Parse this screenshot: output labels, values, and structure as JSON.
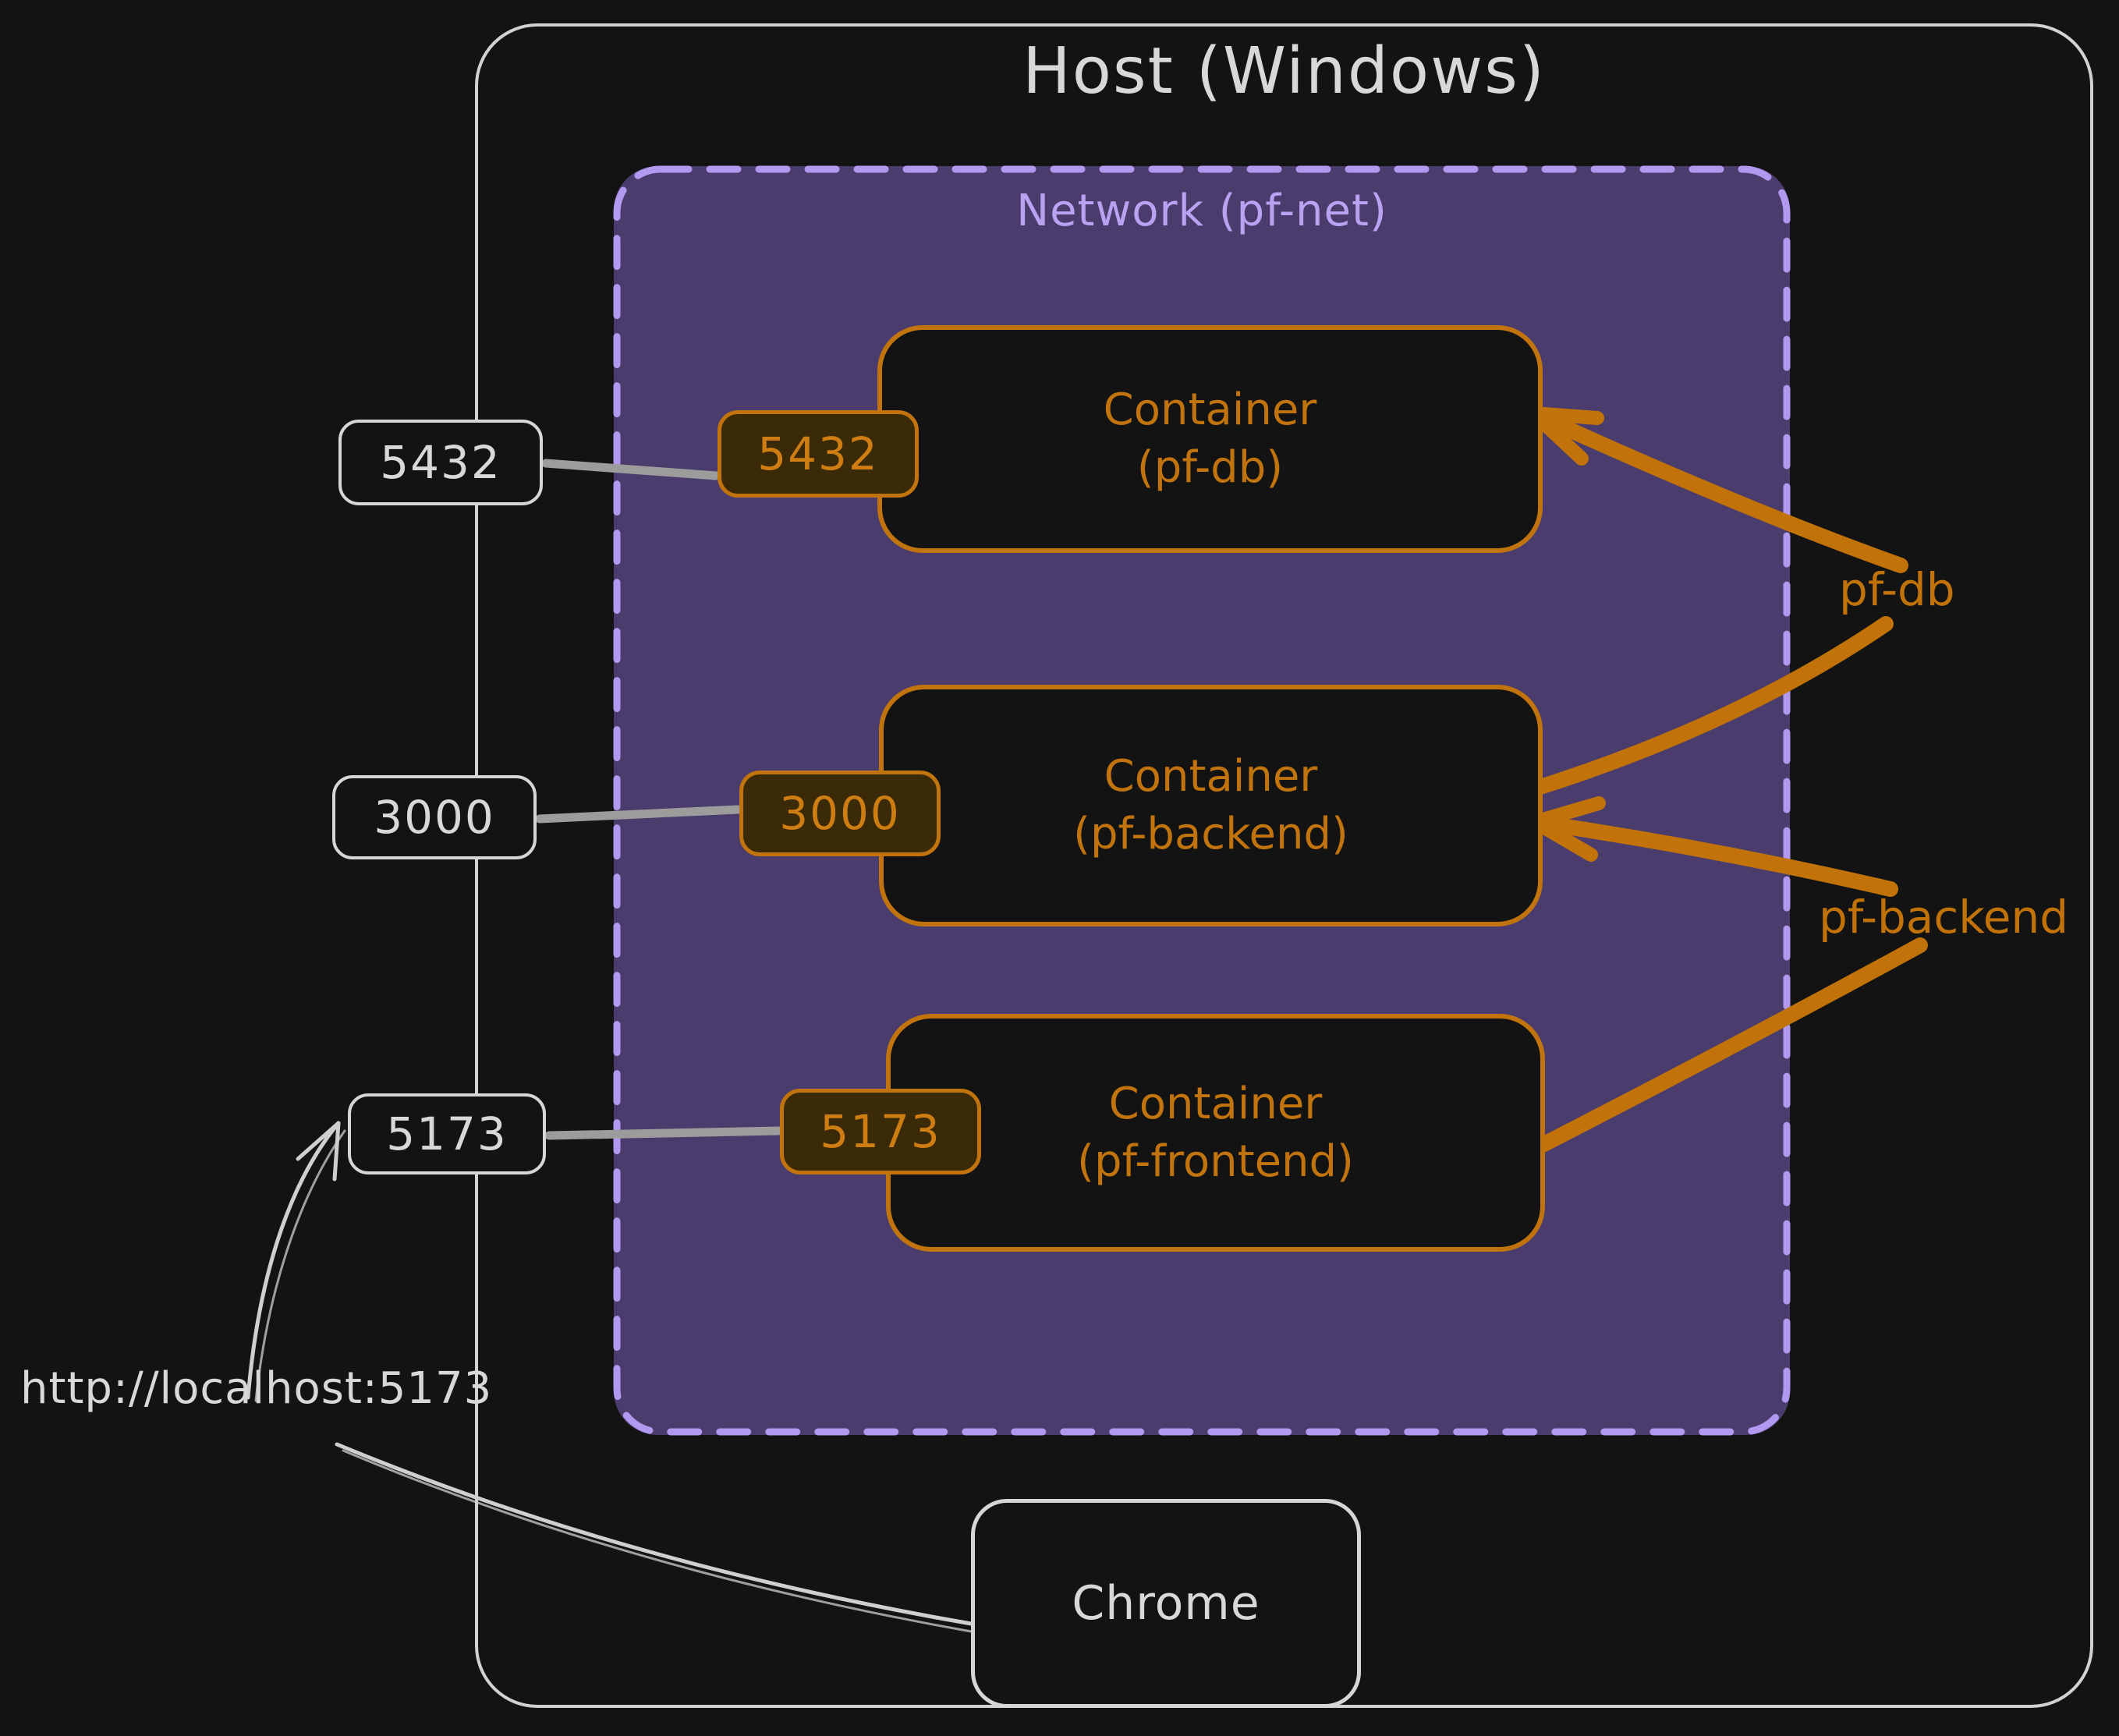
{
  "diagram": {
    "host": {
      "title": "Host (Windows)"
    },
    "network": {
      "label": "Network (pf-net)"
    },
    "containers": [
      {
        "name": "pf-db",
        "line1": "Container",
        "line2": "(pf-db)",
        "container_port": "5432",
        "host_port": "5432"
      },
      {
        "name": "pf-backend",
        "line1": "Container",
        "line2": "(pf-backend)",
        "container_port": "3000",
        "host_port": "3000"
      },
      {
        "name": "pf-frontend",
        "line1": "Container",
        "line2": "(pf-frontend)",
        "container_port": "5173",
        "host_port": "5173"
      }
    ],
    "connection_labels": [
      {
        "text": "pf-db"
      },
      {
        "text": "pf-backend"
      }
    ],
    "browser": {
      "label": "Chrome",
      "url": "http://localhost:5173"
    },
    "colors": {
      "background": "#131313",
      "host_border": "#d2d2d2",
      "network_fill": "#4a3c6c",
      "network_border": "#b199ef",
      "network_label": "#b9a2f2",
      "container_border": "#c1730d",
      "container_text": "#c1730d",
      "badge_fill": "#3a2a07",
      "badge_text": "#ce7d13",
      "arrow_orange": "#c1730a",
      "white_text": "#d8d8d8",
      "connector_gray": "#9c9c9c"
    }
  }
}
